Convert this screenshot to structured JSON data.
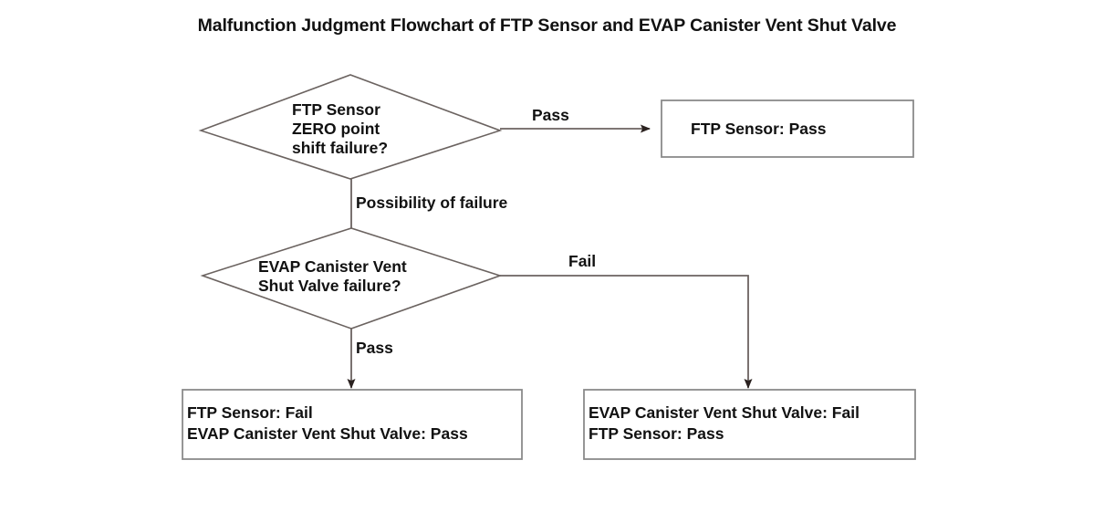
{
  "title": "Malfunction Judgment Flowchart of FTP Sensor and EVAP Canister Vent Shut Valve",
  "colors": {
    "background": "#ffffff",
    "text": "#111111",
    "shape_stroke": "#6b6360",
    "box_stroke": "#8a8a8a",
    "arrow_fill": "#2b2220"
  },
  "nodes": {
    "decision1": {
      "type": "decision",
      "text": "FTP Sensor\nZERO point\nshift failure?"
    },
    "decision2": {
      "type": "decision",
      "text": "EVAP Canister Vent\nShut Valve failure?"
    },
    "result_top_right": {
      "type": "terminator",
      "text": "FTP Sensor: Pass"
    },
    "result_bottom_left": {
      "type": "terminator",
      "text": "FTP Sensor: Fail\nEVAP Canister Vent Shut Valve: Pass"
    },
    "result_bottom_right": {
      "type": "terminator",
      "text": "EVAP Canister Vent Shut Valve: Fail\nFTP Sensor: Pass"
    }
  },
  "edges": {
    "d1_pass": {
      "label": "Pass"
    },
    "d1_to_d2": {
      "label": "Possibility of failure"
    },
    "d2_fail": {
      "label": "Fail"
    },
    "d2_pass": {
      "label": "Pass"
    }
  }
}
